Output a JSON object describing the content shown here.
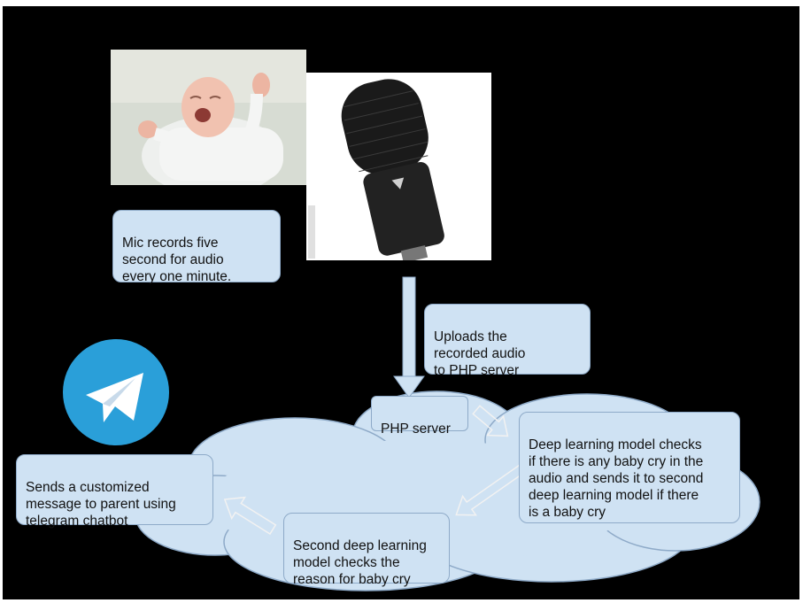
{
  "nodes": {
    "mic_caption": "Mic records five\nsecond for audio\nevery one minute.",
    "upload_caption": "Uploads the\nrecorded audio\nto PHP server",
    "php_server": "PHP server",
    "dl_model_1": "Deep learning model checks\nif there is any baby cry in the\naudio and sends it to second\ndeep learning model if there\nis a baby cry",
    "dl_model_2": "Second deep learning\nmodel checks the\nreason for baby cry",
    "telegram_message": "Sends a customized\nmessage to parent using\ntelegram chatbot"
  },
  "icons": {
    "baby_photo": "crying-baby-photo",
    "microphone_photo": "microphone-photo",
    "telegram_logo": "telegram-logo",
    "cloud": "cloud-shape"
  },
  "colors": {
    "background": "#000000",
    "box_fill": "#cfe2f3",
    "box_border": "#8eaac8",
    "cloud_fill": "#cfe2f3",
    "telegram_blue": "#2a9fd9"
  }
}
